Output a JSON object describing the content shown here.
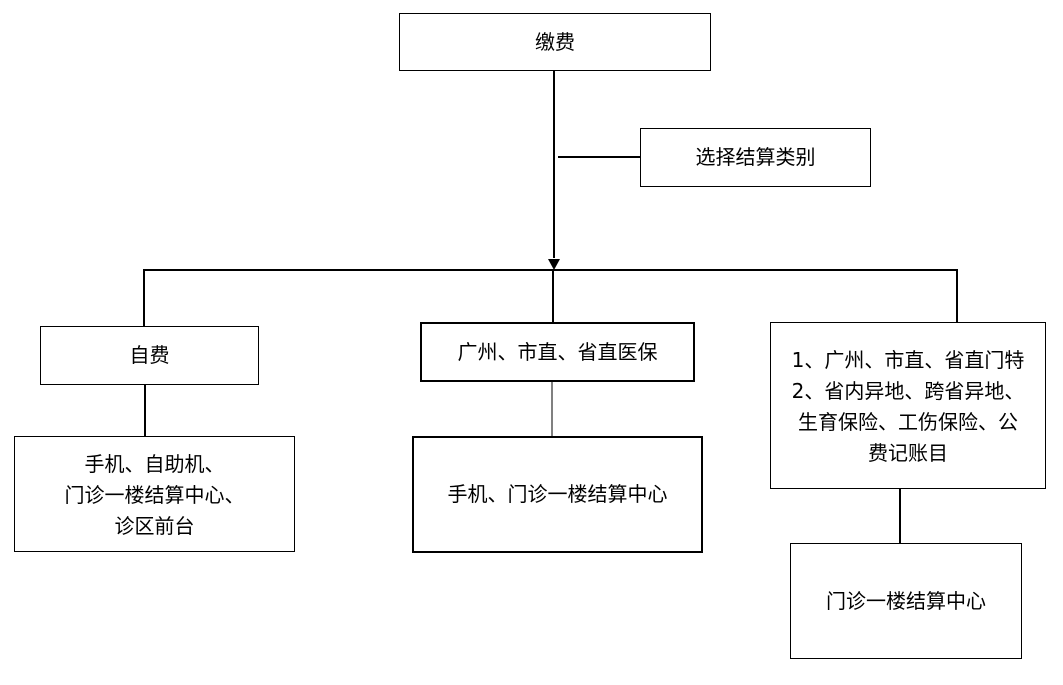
{
  "flowchart": {
    "root": {
      "label": "缴费"
    },
    "condition": {
      "label": "选择结算类别"
    },
    "branches": [
      {
        "category": {
          "label": "自费"
        },
        "channel": {
          "label": "手机、自助机、\n门诊一楼结算中心、\n诊区前台"
        }
      },
      {
        "category": {
          "label": "广州、市直、省直医保"
        },
        "channel": {
          "label": "手机、门诊一楼结算中心"
        }
      },
      {
        "category": {
          "label": "1、广州、市直、省直门特\n2、省内异地、跨省异地、\n生育保险、工伤保险、公\n费记账目"
        },
        "channel": {
          "label": "门诊一楼结算中心"
        }
      }
    ]
  }
}
